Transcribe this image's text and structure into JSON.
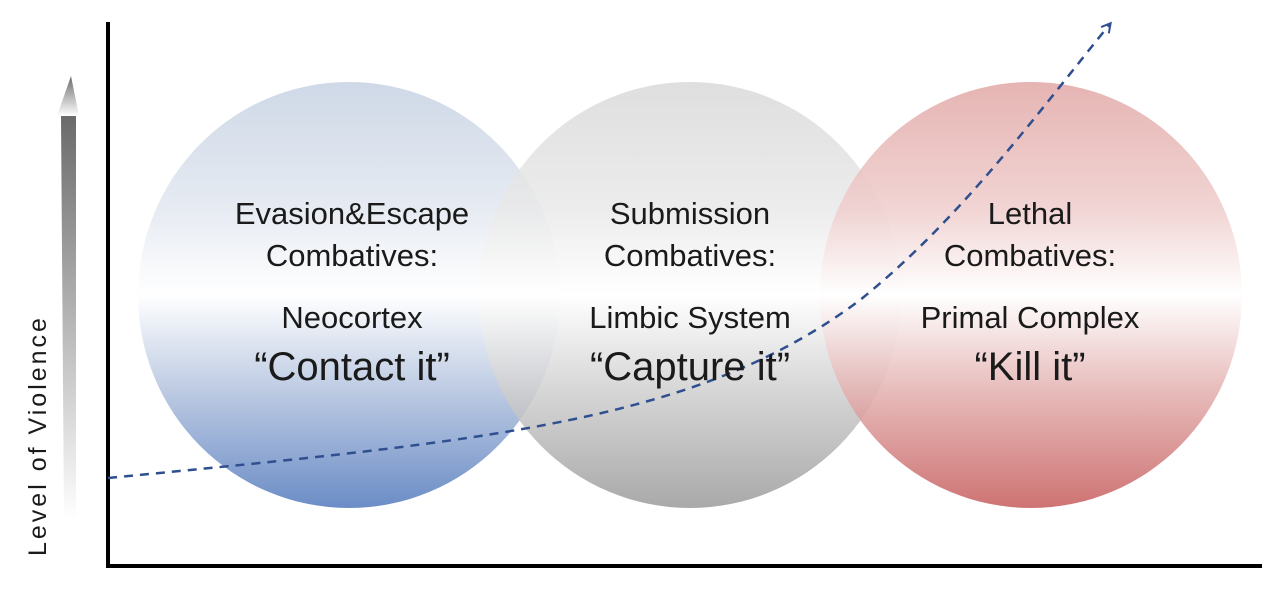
{
  "axis": {
    "y_label": "Level of Violence"
  },
  "circles": [
    {
      "line1": "Evasion&Escape",
      "line2": "Combatives:",
      "line3": "Neocortex",
      "line4": "“Contact it”",
      "color": "#5b80c0"
    },
    {
      "line1": "Submission",
      "line2": "Combatives:",
      "line3": "Limbic System",
      "line4": "“Capture it”",
      "color": "#9a9a9a"
    },
    {
      "line1": "Lethal",
      "line2": "Combatives:",
      "line3": "Primal Complex",
      "line4": "“Kill it”",
      "color": "#c86060"
    }
  ],
  "colors": {
    "axis": "#000000",
    "trend_line": "#2f4f8f",
    "arrow": "#777777"
  }
}
